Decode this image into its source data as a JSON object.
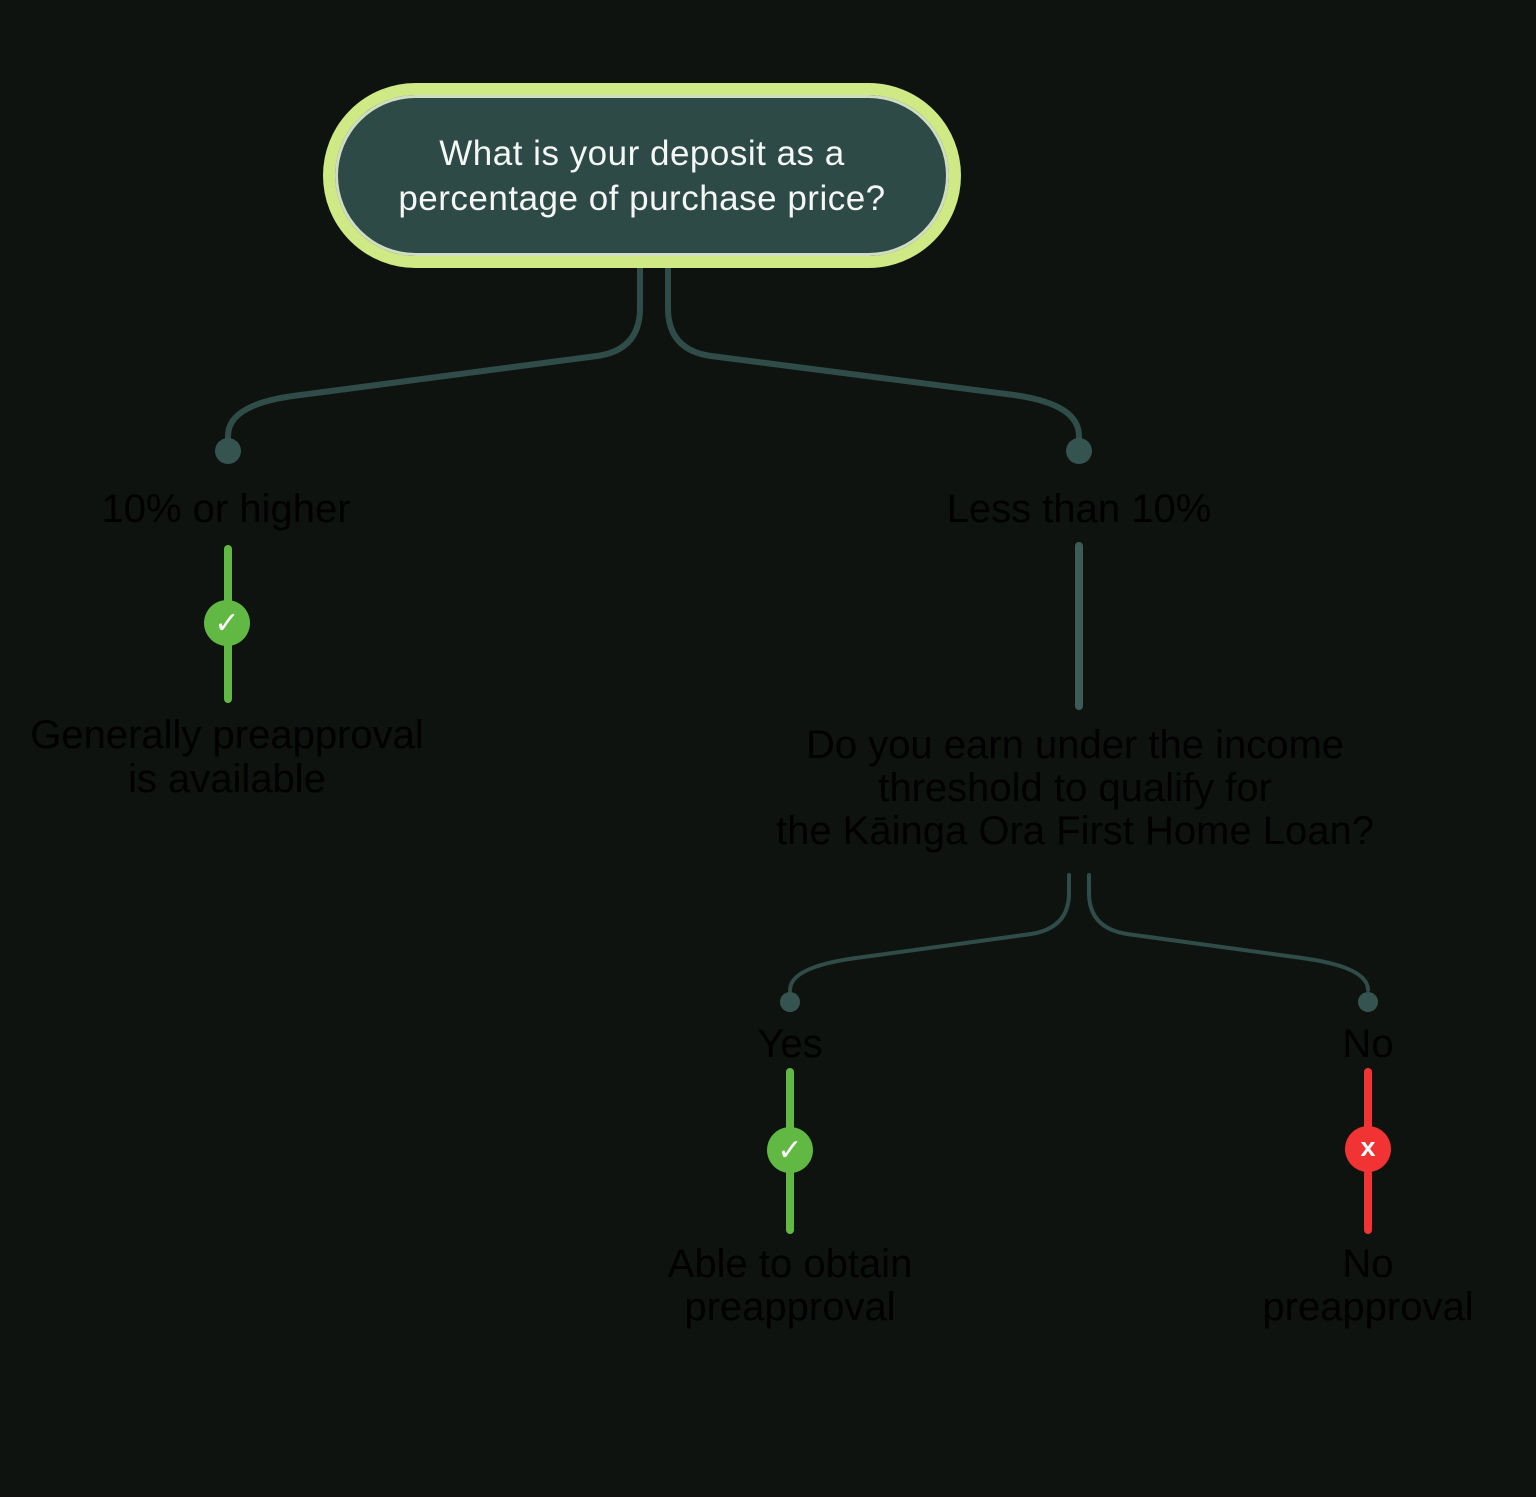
{
  "colors": {
    "background": "#0e130f",
    "pill_fill": "#2d4a47",
    "pill_border": "#cfe985",
    "pill_text": "#f4f7f4",
    "connector": "#2f4c49",
    "node_dot": "#36544f",
    "branch_line_teal": "#3d5c58",
    "success_green": "#61b944",
    "fail_red": "#f23333",
    "label_text": "#000000",
    "icon_glyph": "#ffffff"
  },
  "icons": {
    "check": "✓",
    "cross": "x"
  },
  "tree": {
    "root": {
      "question_lines": [
        "What is your deposit as a",
        "percentage of purchase price?"
      ]
    },
    "branches": [
      {
        "label": "10% or higher",
        "outcome": "success",
        "result_lines": [
          "Generally preapproval",
          "is available"
        ]
      },
      {
        "label": "Less than 10%",
        "question_lines": [
          "Do you earn under the income",
          "threshold to qualify for",
          "the Kāinga Ora First Home Loan?"
        ],
        "children": [
          {
            "label": "Yes",
            "outcome": "success",
            "result_lines": [
              "Able to obtain",
              "preapproval"
            ]
          },
          {
            "label": "No",
            "outcome": "fail",
            "result_lines": [
              "No",
              "preapproval"
            ]
          }
        ]
      }
    ]
  }
}
